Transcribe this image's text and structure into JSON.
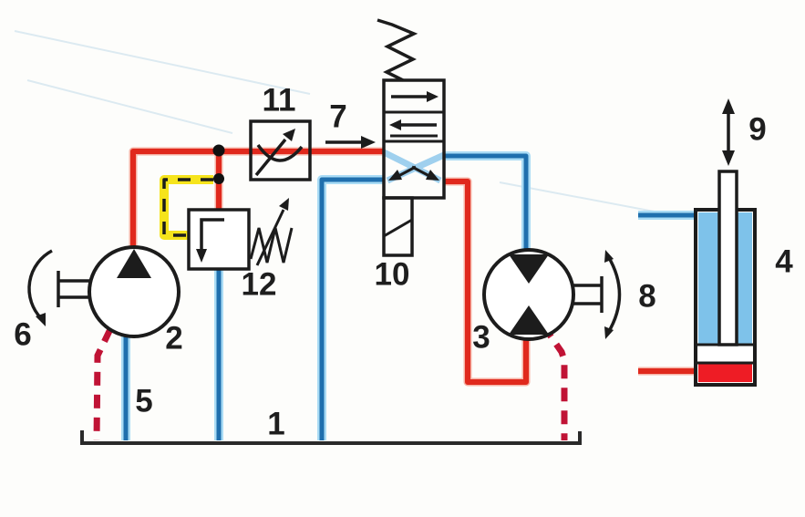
{
  "diagram": {
    "labels": {
      "reservoir": "1",
      "pump": "2",
      "hydraulic_motor": "3",
      "cylinder": "4",
      "suction_line": "5",
      "pump_rotation": "6",
      "pressure_flow": "7",
      "motor_rotation": "8",
      "cylinder_motion": "9",
      "directional_valve": "10",
      "flow_control_valve": "11",
      "pressure_relief_valve": "12"
    },
    "colors": {
      "pressure_line_red": "#e0291d",
      "return_line_blue": "#1f6fad",
      "line_halo_blue": "#aadcf5",
      "crossover_light_blue": "#9fd0ee",
      "drain_line_crimson": "#c01335",
      "pilot_line_yellow": "#f6e41c",
      "cylinder_rod_side_fill": "#7ec2ea",
      "cylinder_cap_side_fill": "#ee1c25",
      "symbol_outline": "#1c1c1c"
    }
  }
}
